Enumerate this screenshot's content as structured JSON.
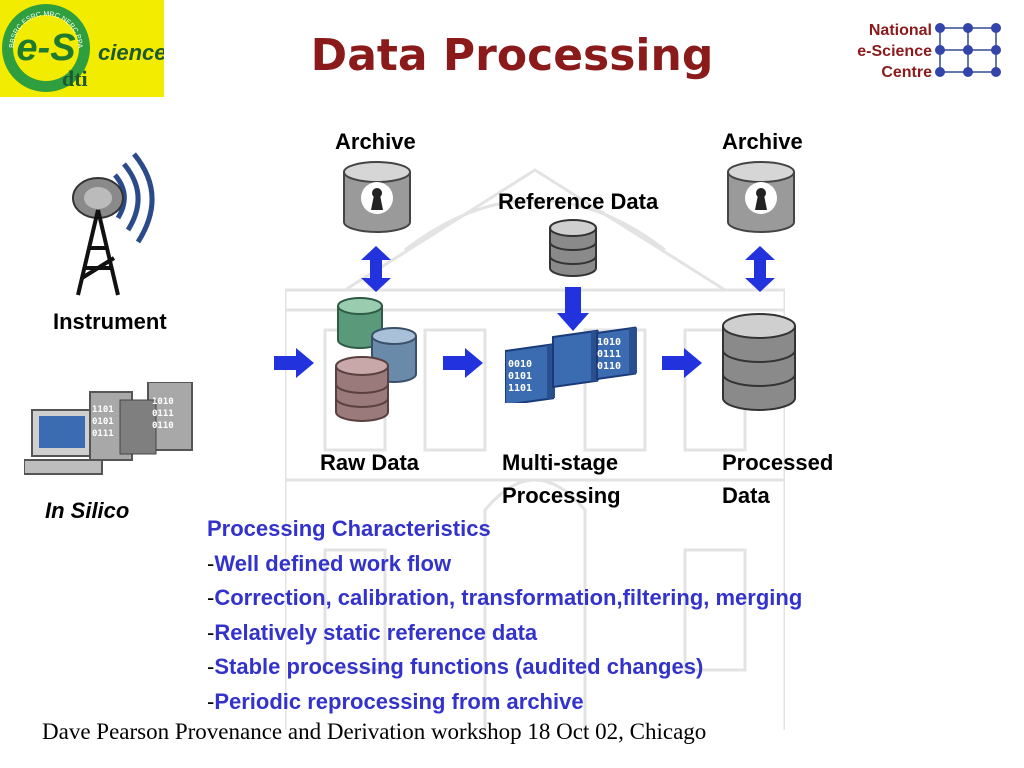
{
  "title": "Data Processing",
  "logos": {
    "left": {
      "big": "e-S",
      "small": "cience",
      "sub": "dti",
      "ring": "BBSRC ESRC MRC NERC PPARC CCLRC"
    },
    "right": {
      "line1": "National",
      "line2": "e-Science",
      "line3": "Centre"
    }
  },
  "diagram": {
    "archive_left": "Archive",
    "archive_right": "Archive",
    "reference_data": "Reference Data",
    "instrument": "Instrument",
    "in_silico": "In Silico",
    "raw_data": "Raw Data",
    "multistage": "Multi-stage Processing",
    "processed": "Processed Data",
    "binary": {
      "a": [
        "0010",
        "0101",
        "1101"
      ],
      "b": [
        "1010",
        "0111",
        "0110"
      ]
    }
  },
  "characteristics": {
    "heading": "Processing Characteristics",
    "bullet": "-",
    "items": [
      "Well defined work flow",
      "Correction, calibration, transformation,filtering, merging",
      "Relatively static reference data",
      "Stable processing functions (audited changes)",
      "Periodic reprocessing from archive"
    ]
  },
  "footer": "Dave Pearson Provenance and Derivation workshop 18 Oct 02, Chicago",
  "colors": {
    "title": "#8b1a1a",
    "bullets": "#3333cc",
    "arrow": "#2233dd",
    "logo_bg": "#f2ec00"
  }
}
